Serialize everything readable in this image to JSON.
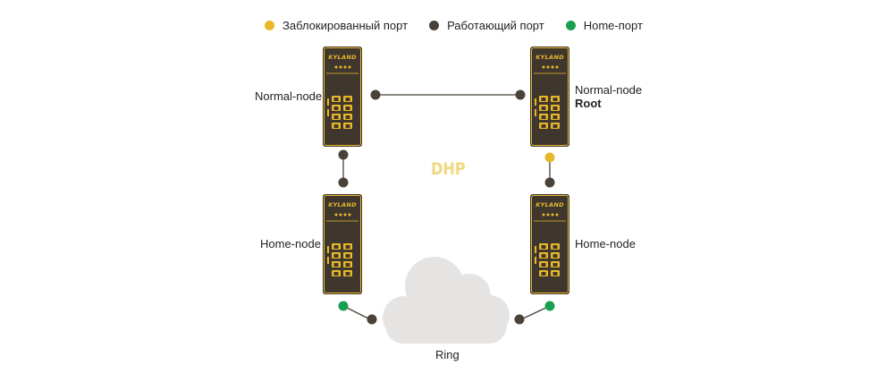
{
  "legend": {
    "blocked_label": "Заблокированный порт",
    "working_label": "Работающий порт",
    "home_label": "Home-порт"
  },
  "colors": {
    "blocked": "#e8b82a",
    "working": "#4a4238",
    "home": "#17a050",
    "device_body": "#3f372e",
    "device_accent": "#e8b82a",
    "cloud": "#e6e4e3",
    "dhp_text": "#efd97f"
  },
  "devices": {
    "brand": "KYLAND",
    "top_left": {
      "role": "Normal-node"
    },
    "top_right": {
      "role": "Normal-node",
      "root_label": "Root"
    },
    "bottom_left": {
      "role": "Home-node"
    },
    "bottom_right": {
      "role": "Home-node"
    }
  },
  "protocol_label": "DHP",
  "cloud_label": "Ring"
}
